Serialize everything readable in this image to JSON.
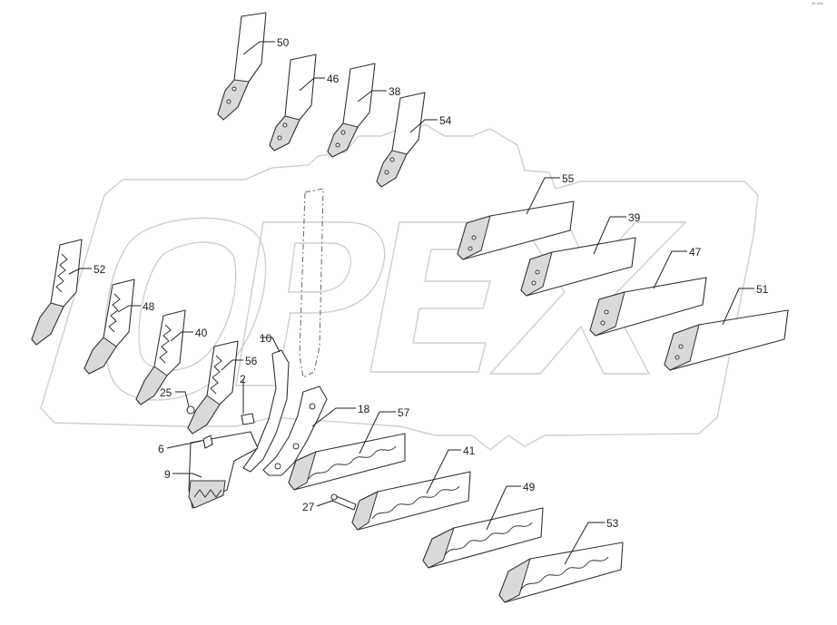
{
  "watermark": {
    "text": "OPEX"
  },
  "corner_code": "ᴬᴮ·ᴬᴬᴬ",
  "callouts": [
    "50",
    "46",
    "38",
    "54",
    "55",
    "39",
    "47",
    "51",
    "52",
    "48",
    "40",
    "56",
    "10",
    "2",
    "25",
    "18",
    "57",
    "6",
    "41",
    "9",
    "27",
    "49",
    "53"
  ]
}
